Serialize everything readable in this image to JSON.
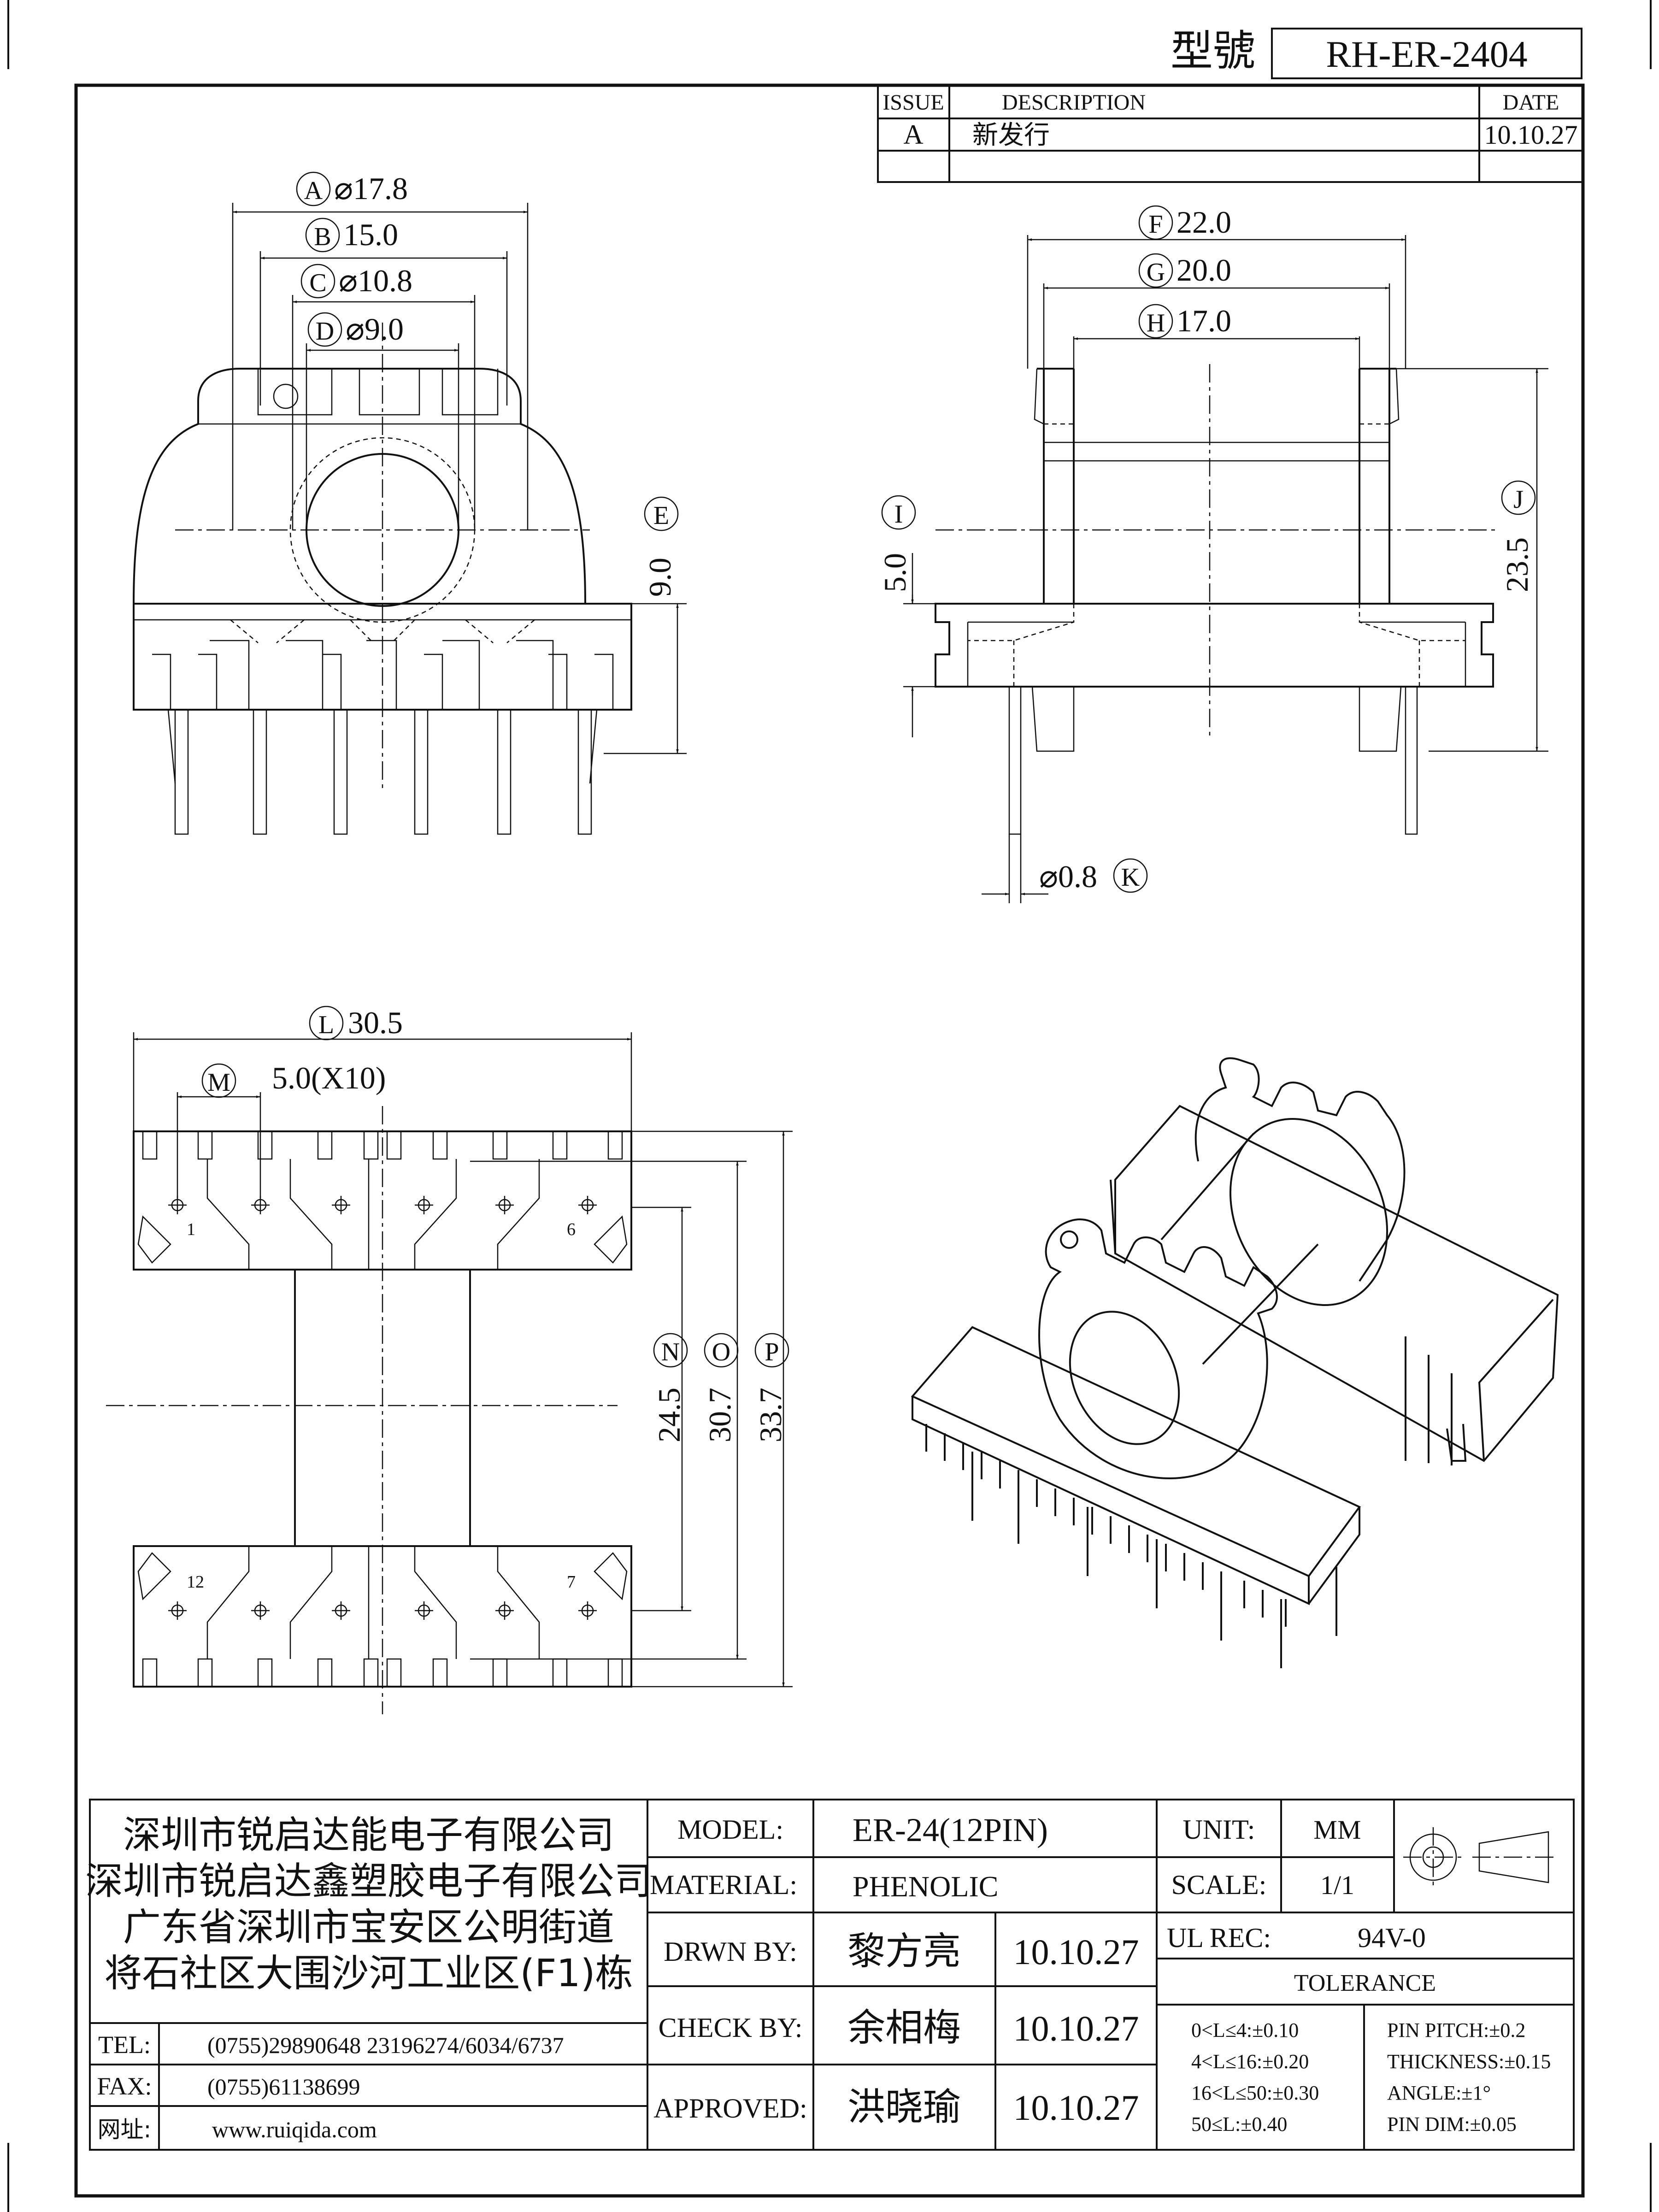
{
  "header": {
    "model_label": "型號",
    "model_no": "RH-ER-2404"
  },
  "revision": {
    "col_issue": "ISSUE",
    "col_description": "DESCRIPTION",
    "col_date": "DATE",
    "rows": [
      {
        "issue": "A",
        "description": "新发行",
        "date": "10.10.27"
      }
    ]
  },
  "dimensions": {
    "A": {
      "letter": "A",
      "text": "⌀17.8"
    },
    "B": {
      "letter": "B",
      "text": "15.0"
    },
    "C": {
      "letter": "C",
      "text": "⌀10.8"
    },
    "D": {
      "letter": "D",
      "text": "⌀9.0"
    },
    "E": {
      "letter": "E",
      "text": "9.0"
    },
    "F": {
      "letter": "F",
      "text": "22.0"
    },
    "G": {
      "letter": "G",
      "text": "20.0"
    },
    "H": {
      "letter": "H",
      "text": "17.0"
    },
    "I": {
      "letter": "I",
      "text": "5.0"
    },
    "J": {
      "letter": "J",
      "text": "23.5"
    },
    "K": {
      "letter": "K",
      "text": "⌀0.8"
    },
    "L": {
      "letter": "L",
      "text": "30.5"
    },
    "M": {
      "letter": "M",
      "text": "5.0(X10)"
    },
    "N": {
      "letter": "N",
      "text": "24.5"
    },
    "O": {
      "letter": "O",
      "text": "30.7"
    },
    "P": {
      "letter": "P",
      "text": "33.7"
    }
  },
  "pin_numbers": {
    "p1": "1",
    "p6": "6",
    "p7": "7",
    "p12": "12"
  },
  "company": {
    "line1": "深圳市锐启达能电子有限公司",
    "line2": "深圳市锐启达鑫塑胶电子有限公司",
    "line3": "广东省深圳市宝安区公明街道",
    "line4": "将石社区大围沙河工业区(F1)栋"
  },
  "contact": {
    "tel_label": "TEL:",
    "tel_value": "(0755)29890648  23196274/6034/6737",
    "fax_label": "FAX:",
    "fax_value": "(0755)61138699",
    "web_label": "网址:",
    "web_value": "www.ruiqida.com"
  },
  "title_block": {
    "model_label": "MODEL:",
    "model_value": "ER-24(12PIN)",
    "material_label": "MATERIAL:",
    "material_value": "PHENOLIC",
    "drawn_label": "DRWN BY:",
    "drawn_name": "黎方亮",
    "drawn_date": "10.10.27",
    "check_label": "CHECK BY:",
    "check_name": "余相梅",
    "check_date": "10.10.27",
    "approved_label": "APPROVED:",
    "approved_name": "洪晓瑜",
    "approved_date": "10.10.27",
    "unit_label": "UNIT:",
    "unit_value": "MM",
    "scale_label": "SCALE:",
    "scale_value": "1/1",
    "ul_label": "UL REC:",
    "ul_value": "94V-0",
    "tolerance_title": "TOLERANCE",
    "tol_left": [
      "0<L≤4:±0.10",
      "4<L≤16:±0.20",
      "16<L≤50:±0.30",
      "50≤L:±0.40"
    ],
    "tol_right": [
      "PIN PITCH:±0.2",
      "THICKNESS:±0.15",
      "ANGLE:±1°",
      "PIN DIM:±0.05"
    ]
  }
}
